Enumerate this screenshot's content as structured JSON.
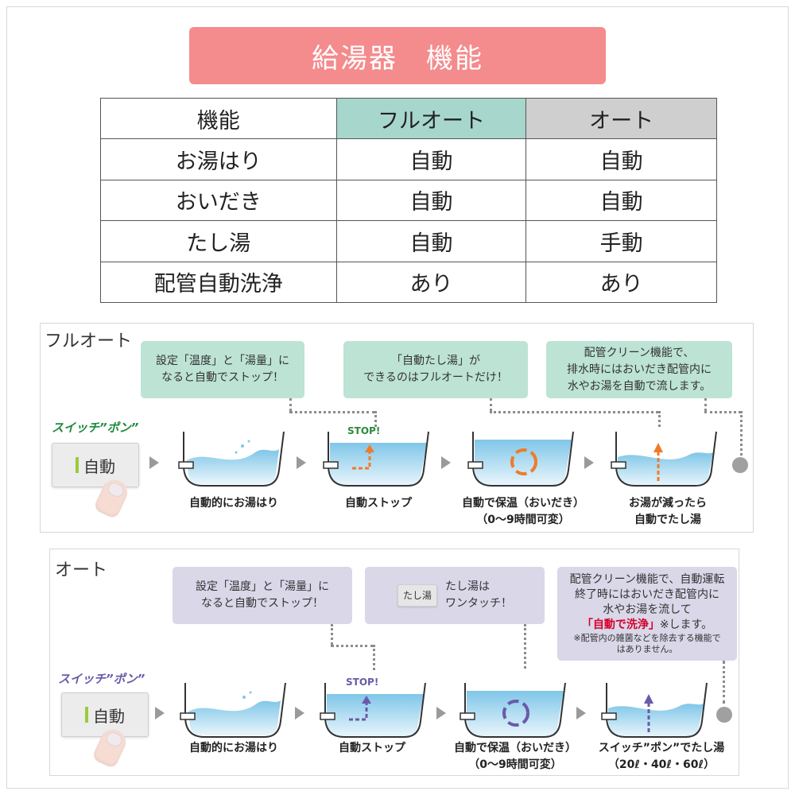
{
  "title": "給湯器　機能",
  "table": {
    "headers": [
      "機能",
      "フルオート",
      "オート"
    ],
    "rows": [
      [
        "お湯はり",
        "自動",
        "自動"
      ],
      [
        "おいだき",
        "自動",
        "自動"
      ],
      [
        "たし湯",
        "自動",
        "手動"
      ],
      [
        "配管自動洗浄",
        "あり",
        "あり"
      ]
    ]
  },
  "colors": {
    "banner": "#f48b8d",
    "full_header": "#a7d6cc",
    "auto_header": "#cfcfcf",
    "full_callout": "#bde3d5",
    "auto_callout": "#d9d7e8",
    "emphasis": "#d6002c"
  },
  "full": {
    "title": "フルオート",
    "callouts": [
      [
        "設定「温度」と「湯量」に",
        "なると自動でストップ！"
      ],
      [
        "「自動たし湯」が",
        "できるのはフルオートだけ！"
      ],
      [
        "配管クリーン機能で、",
        "排水時にはおいだき配管内に",
        "水やお湯を自動で流します。"
      ]
    ],
    "switch_label": "スイッチ”ポン”",
    "button_label": "自動",
    "stop_text": "STOP!",
    "steps": [
      [
        "自動的にお湯はり"
      ],
      [
        "自動ストップ"
      ],
      [
        "自動で保温（おいだき）",
        "（0〜9時間可変）"
      ],
      [
        "お湯が減ったら",
        "自動でたし湯"
      ]
    ]
  },
  "auto": {
    "title": "オート",
    "callout1": [
      "設定「温度」と「湯量」に",
      "なると自動でストップ！"
    ],
    "callout2_button": "たし湯",
    "callout2": [
      "たし湯は",
      "ワンタッチ！"
    ],
    "callout3_lines": [
      "配管クリーン機能で、自動運転",
      "終了時にはおいだき配管内に",
      "水やお湯を流して"
    ],
    "callout3_emph": "「自動で洗浄」",
    "callout3_tail": "※します。",
    "callout3_note": [
      "※配管内の雑菌などを除去する機能で",
      "はありません。"
    ],
    "switch_label": "スイッチ”ポン”",
    "button_label": "自動",
    "stop_text": "STOP!",
    "steps": [
      [
        "自動的にお湯はり"
      ],
      [
        "自動ストップ"
      ],
      [
        "自動で保温（おいだき）",
        "（0〜9時間可変）"
      ],
      [
        "スイッチ”ポン”でたし湯",
        "（20ℓ・40ℓ・60ℓ）"
      ]
    ]
  }
}
